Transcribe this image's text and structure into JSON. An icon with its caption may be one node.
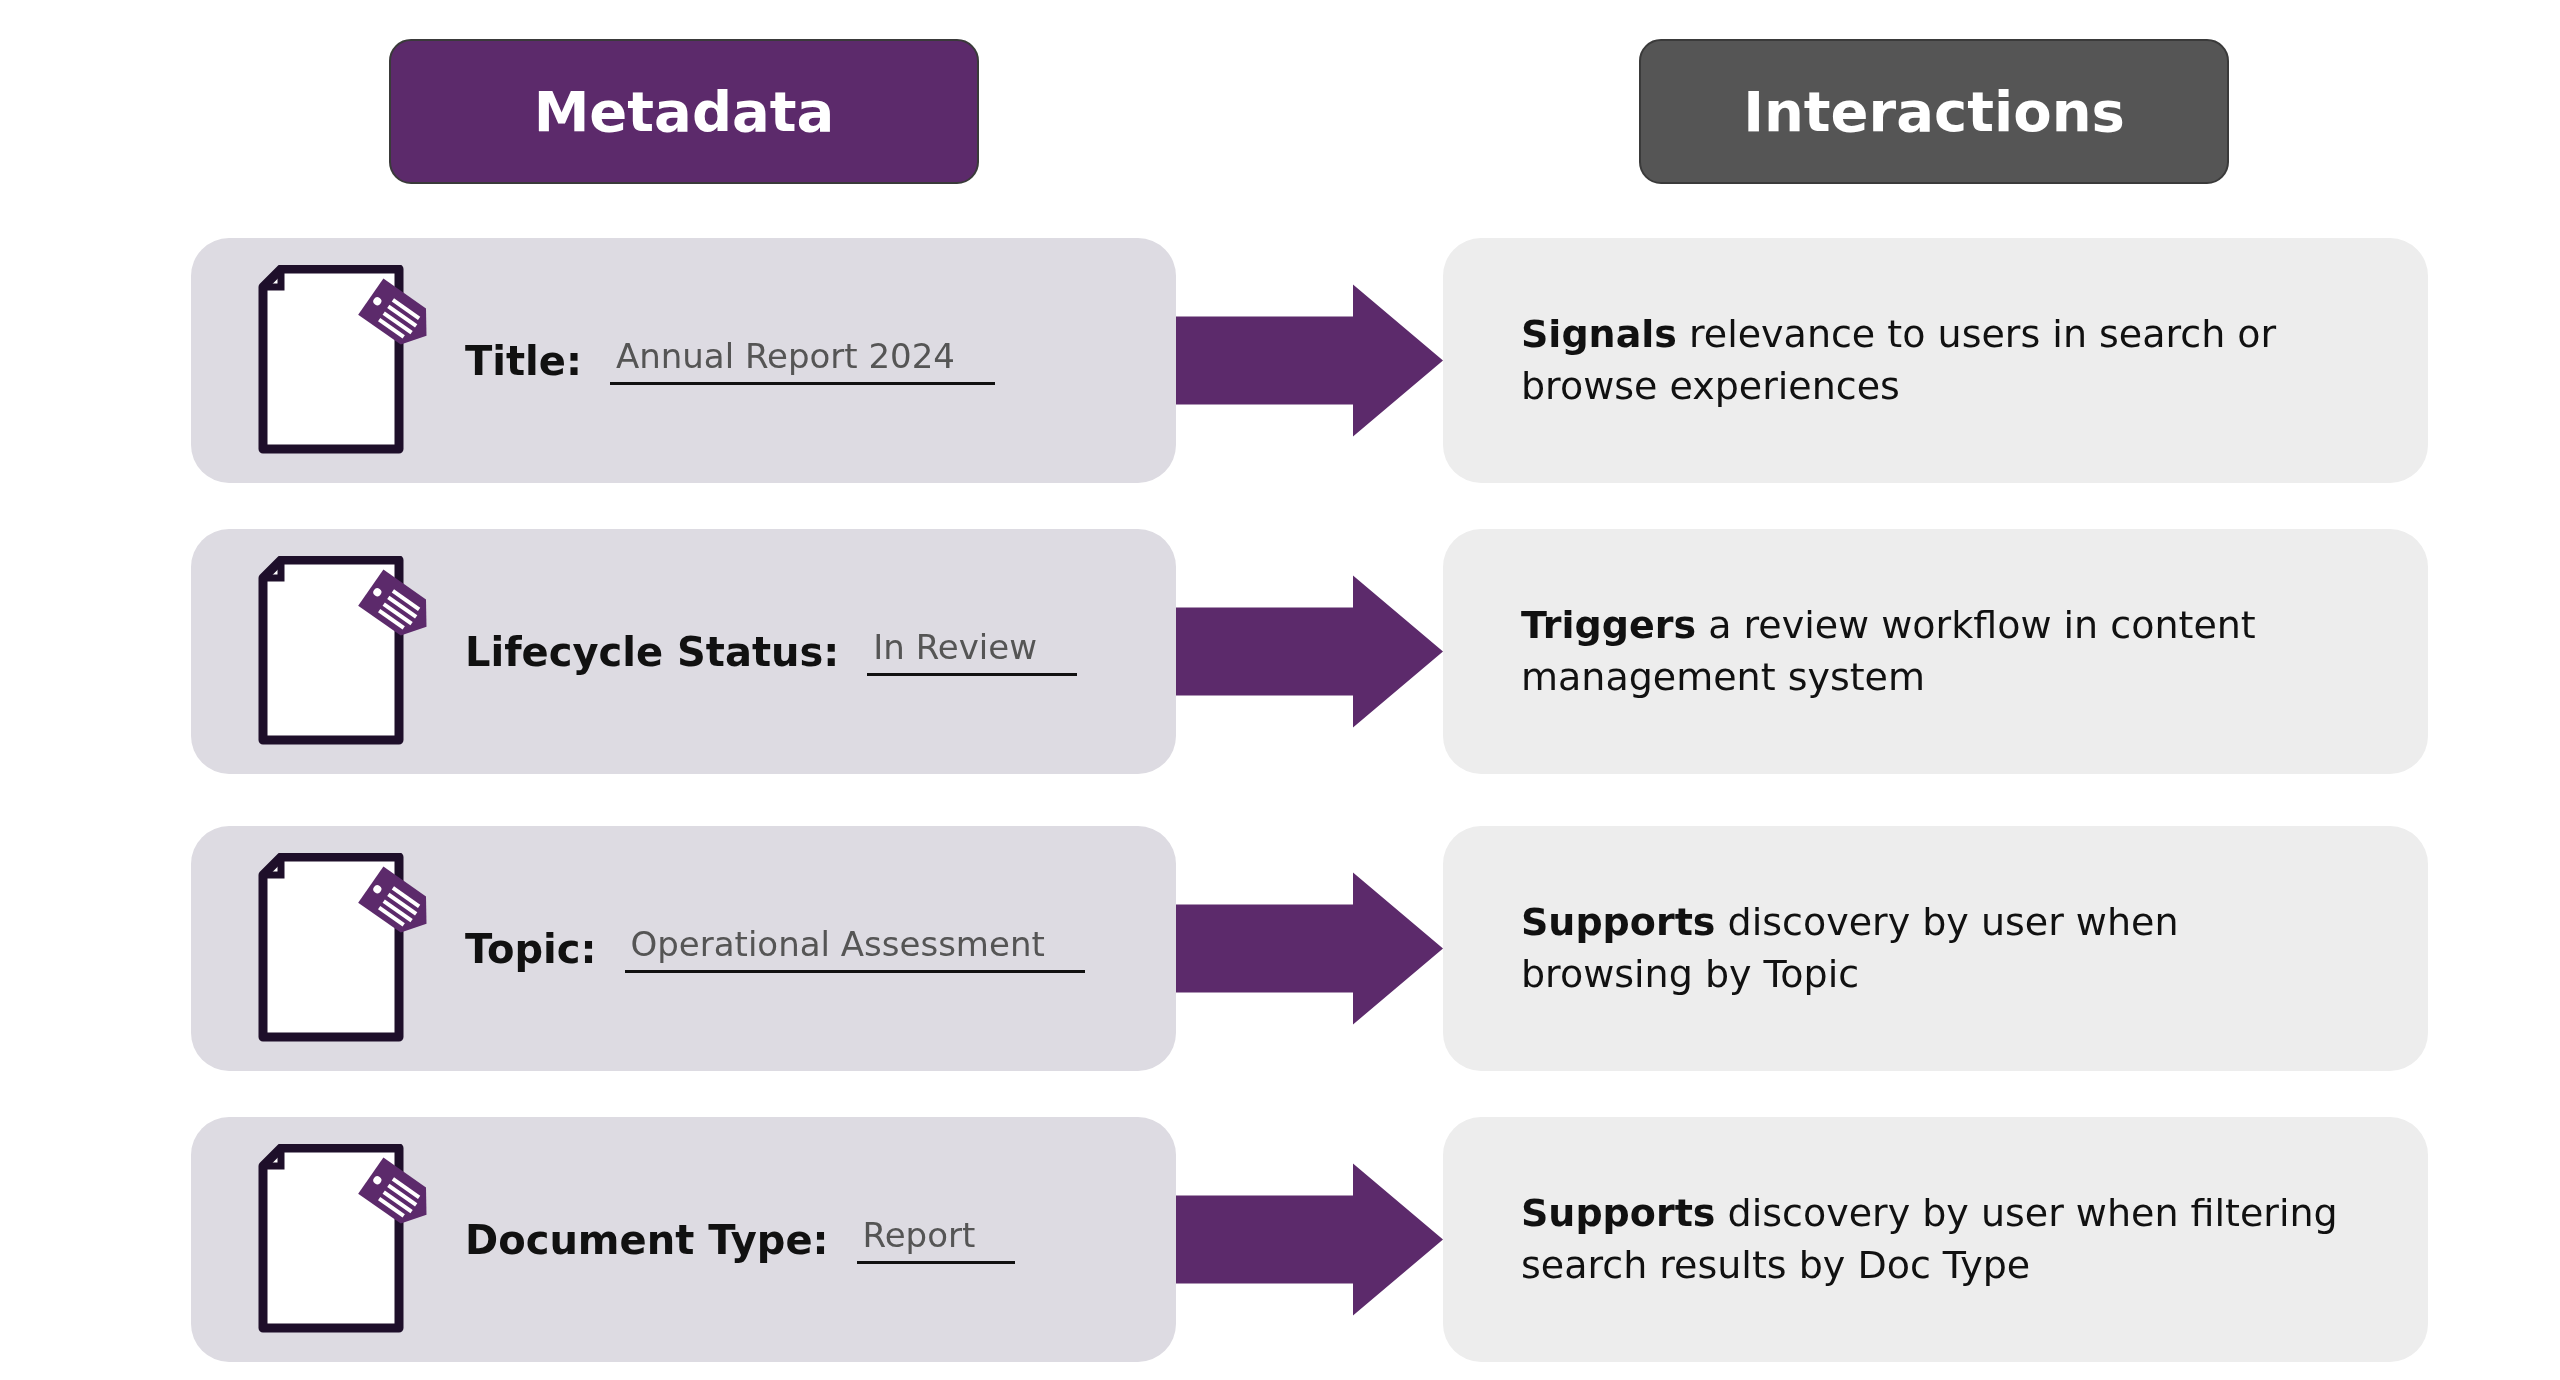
{
  "diagram": {
    "nodes": [
      {
        "text": [
          "Metadata"
        ]
      },
      {
        "text": [
          "Interactions"
        ]
      },
      {
        "text": [
          "Title:",
          "Annual Report 2024"
        ]
      },
      {
        "text": [
          "**Signals** relevance to users in search or browse experiences"
        ]
      },
      {
        "text": [
          "Lifecycle Status:",
          "In Review"
        ]
      },
      {
        "text": [
          "**Triggers** a review workflow in content management system"
        ]
      },
      {
        "text": [
          "Topic:",
          "Operational Assessment"
        ]
      },
      {
        "text": [
          "**Supports** discovery by user when browsing by Topic"
        ]
      },
      {
        "text": [
          "Document Type:",
          "Report"
        ]
      },
      {
        "text": [
          "**Supports** discovery by user when filtering search results by Doc Type"
        ]
      }
    ],
    "edges": [
      {
        "from": 2,
        "to": 3,
        "arrow": "to"
      },
      {
        "from": 4,
        "to": 5,
        "arrow": "to"
      },
      {
        "from": 6,
        "to": 7,
        "arrow": "to"
      },
      {
        "from": 8,
        "to": 9,
        "arrow": "to"
      }
    ]
  }
}
